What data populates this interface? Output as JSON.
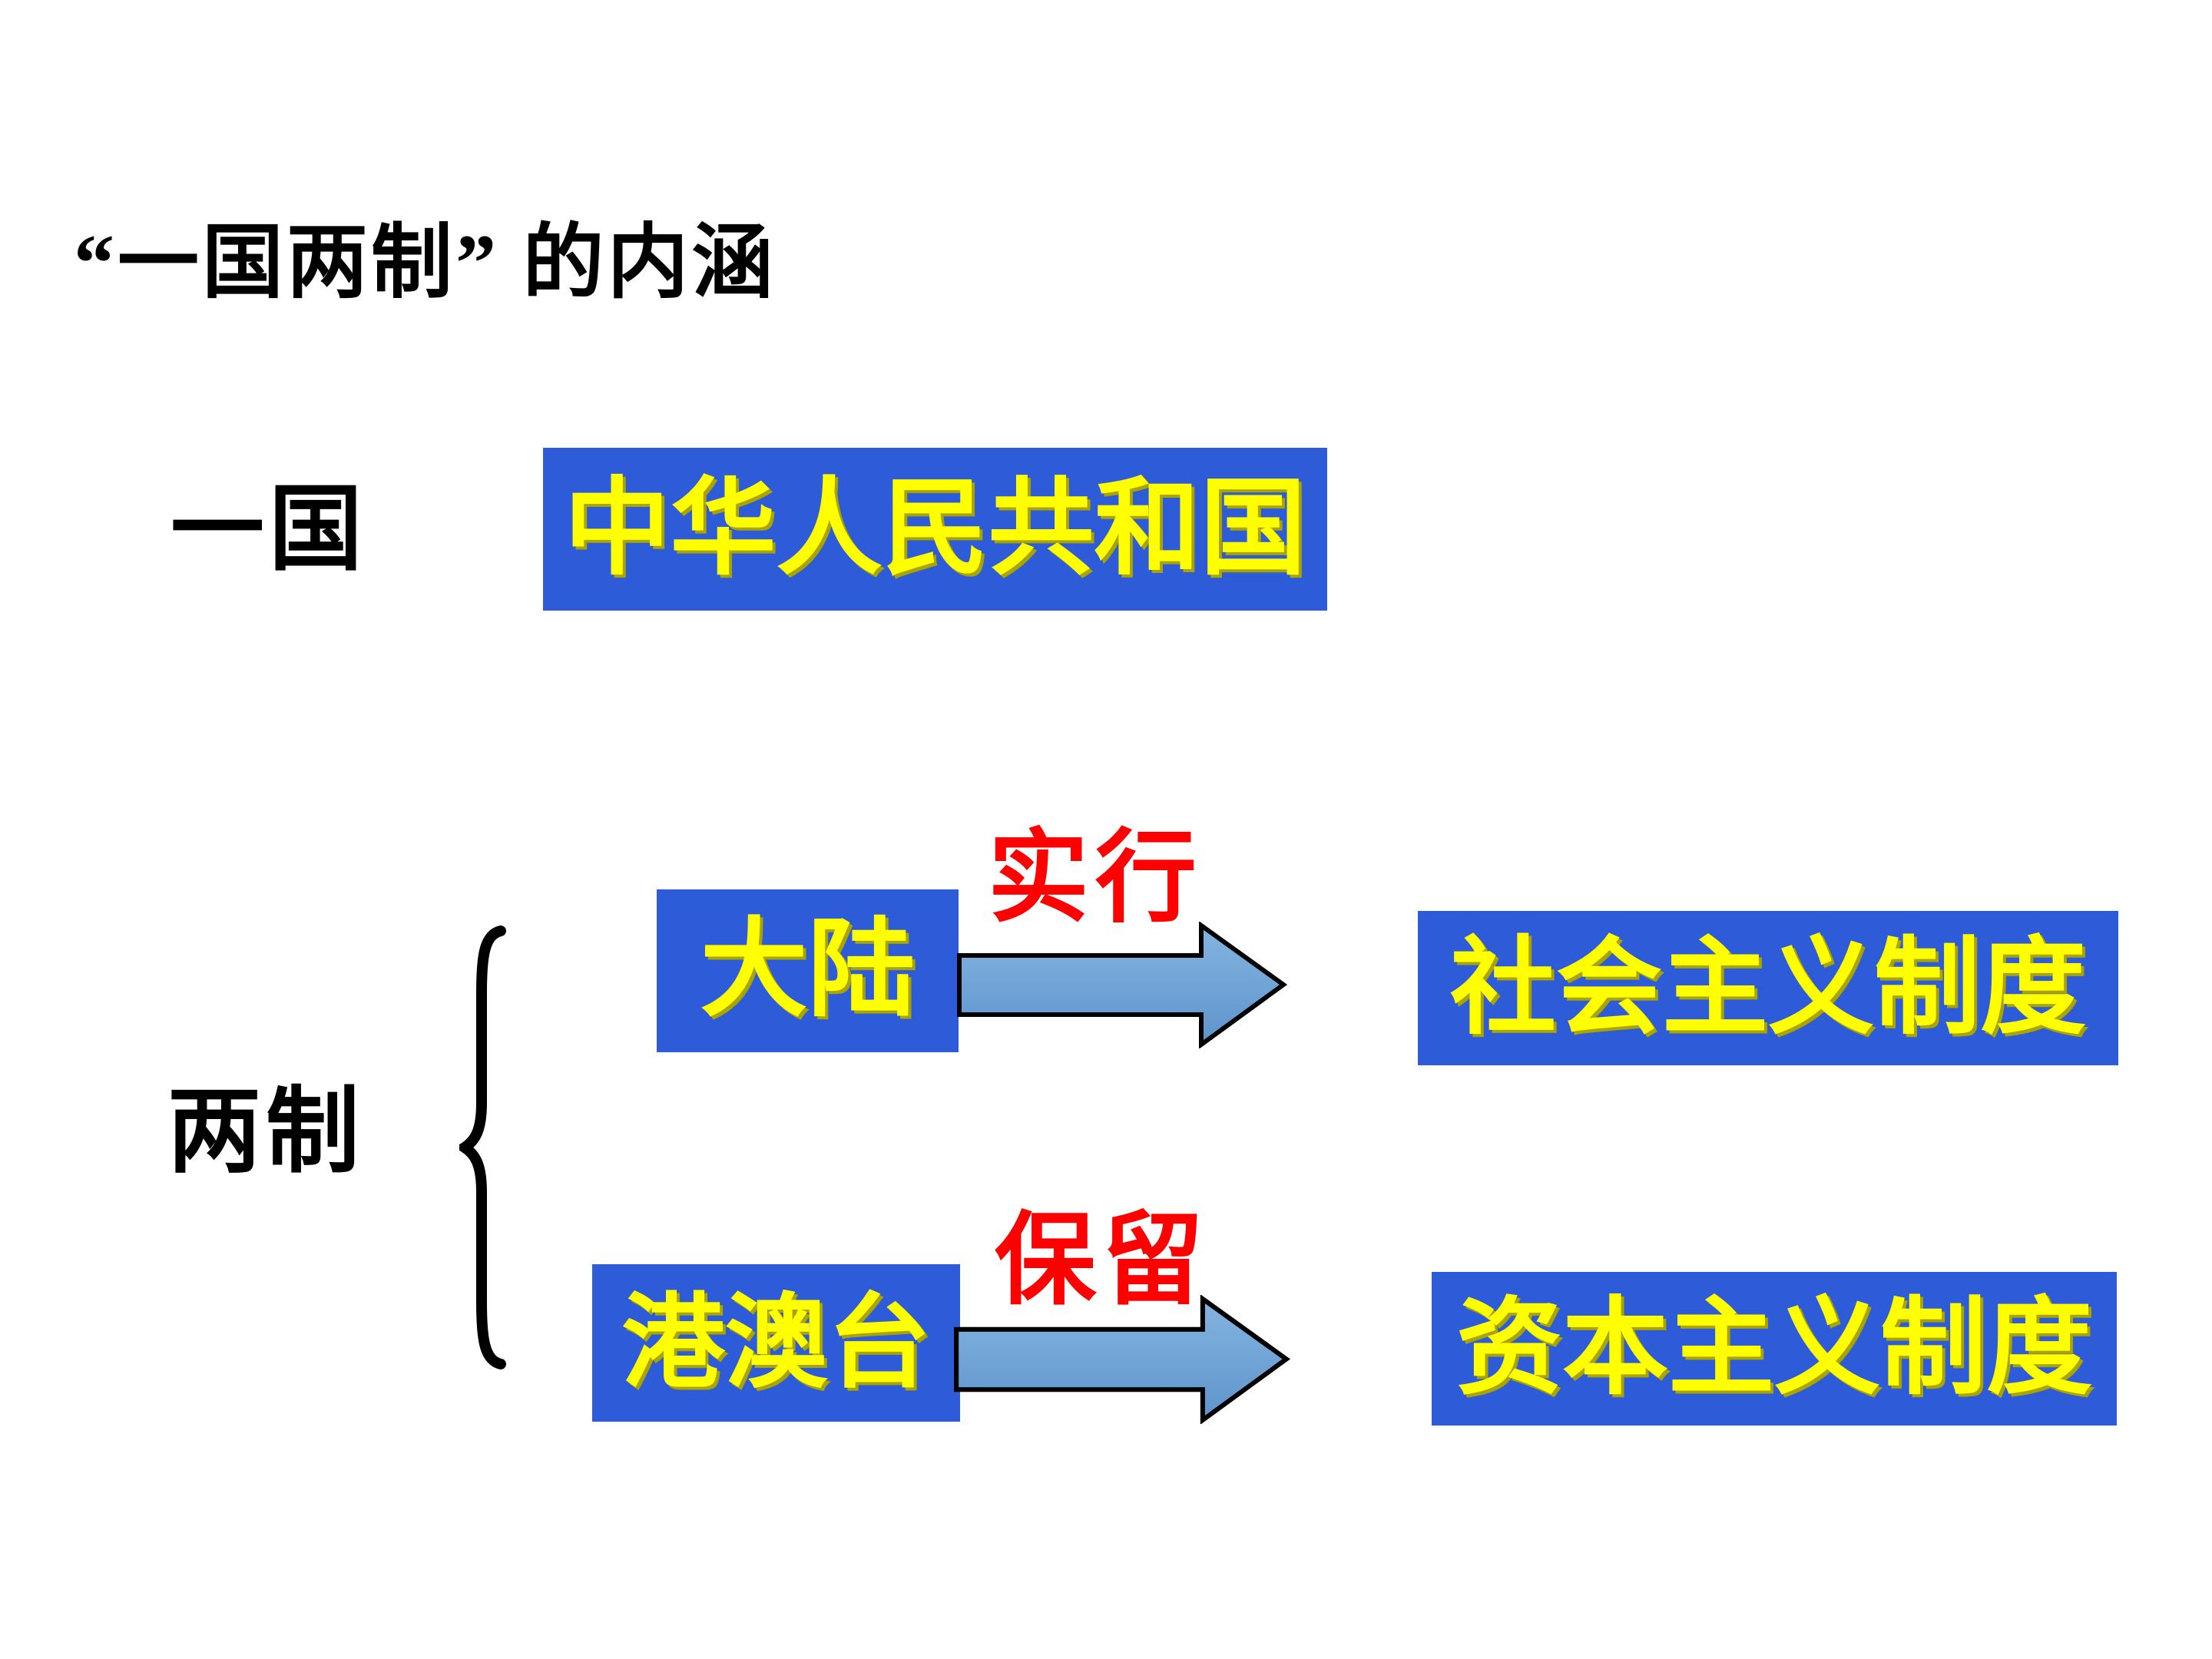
{
  "slide": {
    "title": "“一国两制” 的内涵",
    "one_country": {
      "label": "一国",
      "country": "中华人民共和国"
    },
    "two_systems": {
      "label": "两制",
      "rows": [
        {
          "region": "大陆",
          "action": "实行",
          "system": "社会主义制度"
        },
        {
          "region": "港澳台",
          "action": "保留",
          "system": "资本主义制度"
        }
      ]
    },
    "colors": {
      "background": "#FFFFFF",
      "box_blue": "#2E5CD9",
      "box_text_yellow": "#FFFF00",
      "yellow_shadow": "#A9A400",
      "action_red": "#FF0000",
      "label_black": "#000000",
      "arrow_fill_top": "#84B4E0",
      "arrow_fill_bottom": "#5E94CC",
      "arrow_outline": "#000000",
      "brace_black": "#000000"
    }
  }
}
